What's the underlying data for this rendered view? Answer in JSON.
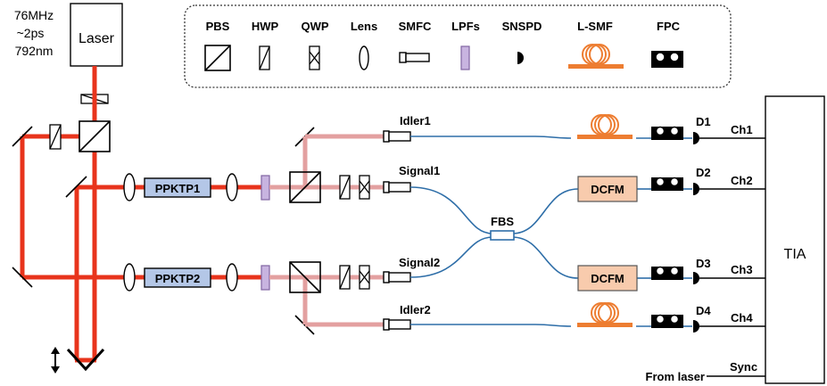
{
  "legend": {
    "items": [
      {
        "label": "PBS",
        "icon": "pbs-cube"
      },
      {
        "label": "HWP",
        "icon": "half-wave-plate"
      },
      {
        "label": "QWP",
        "icon": "quarter-wave-plate"
      },
      {
        "label": "Lens",
        "icon": "lens"
      },
      {
        "label": "SMFC",
        "icon": "fiber-coupler"
      },
      {
        "label": "LPFs",
        "icon": "long-pass-filter"
      },
      {
        "label": "SNSPD",
        "icon": "detector"
      },
      {
        "label": "L-SMF",
        "icon": "fiber-coil"
      },
      {
        "label": "FPC",
        "icon": "polarization-controller"
      }
    ]
  },
  "laser": {
    "label": "Laser",
    "specs": [
      "76MHz",
      "~2ps",
      "792nm"
    ]
  },
  "crystals": [
    "PPKTP1",
    "PPKTP2"
  ],
  "ports": [
    "Idler1",
    "Signal1",
    "Signal2",
    "Idler2"
  ],
  "fbs_label": "FBS",
  "dcfm_labels": [
    "DCFM",
    "DCFM"
  ],
  "detectors": [
    "D1",
    "D2",
    "D3",
    "D4"
  ],
  "channels": [
    "Ch1",
    "Ch2",
    "Ch3",
    "Ch4"
  ],
  "tia_label": "TIA",
  "sync_label": "Sync",
  "from_laser_label": "From laser",
  "colors": {
    "pump_beam": "#e8341c",
    "photon_beam": "#e3a0a0",
    "fiber": "#2e6ea8",
    "crystal": "#b4c7e7",
    "dcfm": "#f8cbad",
    "fiber_coil": "#ed7d31",
    "filter": "#c8b4e0"
  }
}
